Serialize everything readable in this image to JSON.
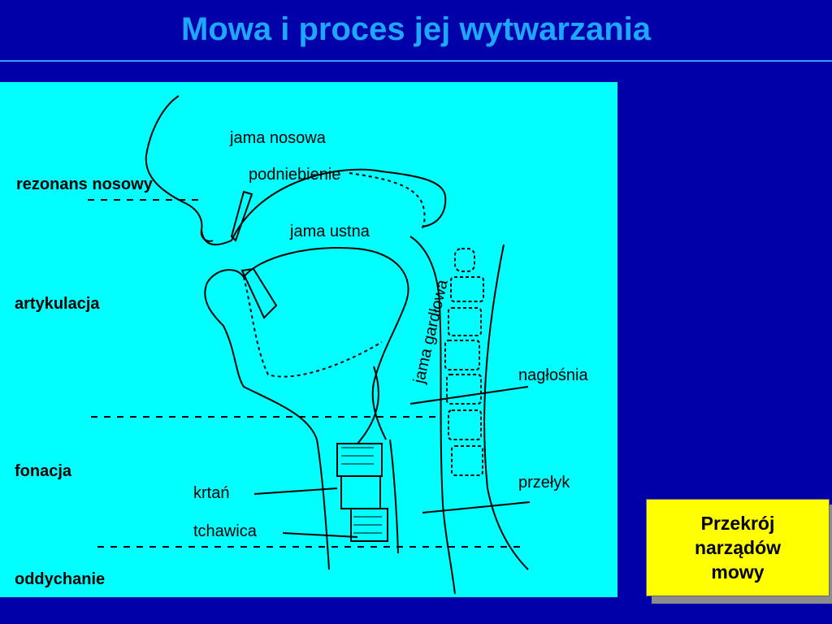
{
  "title": "Mowa i proces jej wytwarzania",
  "levels": {
    "nasal_resonance": "rezonans nosowy",
    "articulation": "artykulacja",
    "phonation": "fonacja",
    "breathing": "oddychanie"
  },
  "parts": {
    "nasal_cavity": "jama nosowa",
    "palate": "podniebienie",
    "oral_cavity": "jama ustna",
    "pharynx": "jama gardłowa",
    "epiglottis": "nagłośnia",
    "esophagus": "przełyk",
    "larynx": "krtań",
    "trachea": "tchawica"
  },
  "caption": "Przekrój narządów mowy",
  "colors": {
    "background": "#0000a8",
    "title": "#1ea7ff",
    "panel": "#00ffff",
    "caption_bg": "#ffff00"
  }
}
